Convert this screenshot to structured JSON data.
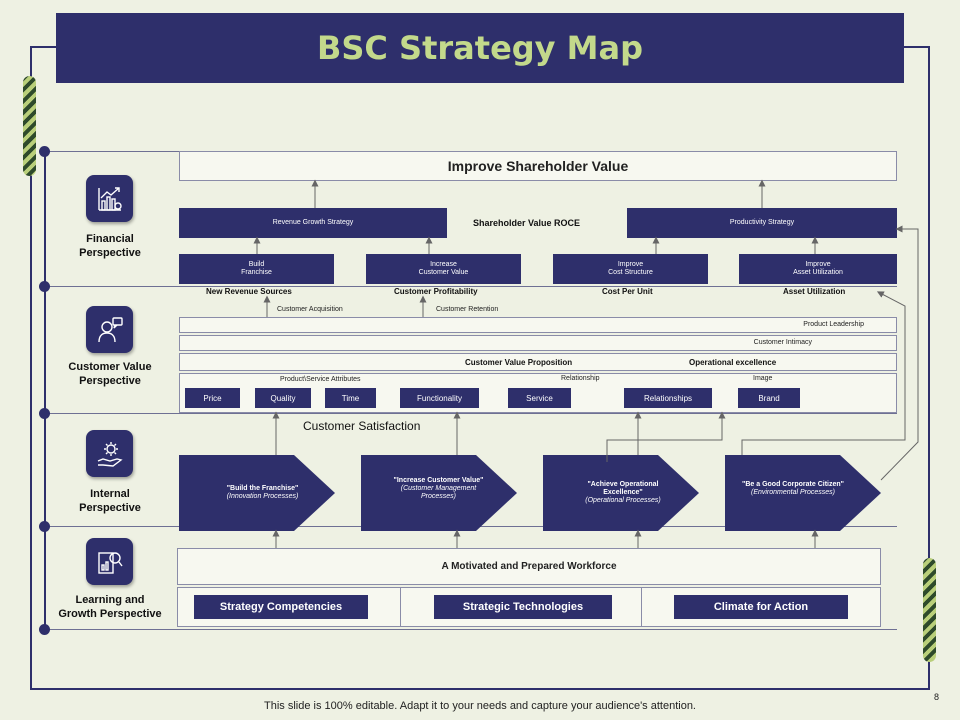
{
  "title": "BSC Strategy Map",
  "colors": {
    "navy": "#2e2f6b",
    "background": "#eef1e3",
    "title_text": "#c3d98b",
    "accent_stripe": "#b9cf7a"
  },
  "perspectives": [
    {
      "label": "Financial\nPerspective",
      "icon": "chart-growth-icon"
    },
    {
      "label": "Customer Value\nPerspective",
      "icon": "customer-chat-icon"
    },
    {
      "label": "Internal\nPerspective",
      "icon": "hand-gear-icon"
    },
    {
      "label": "Learning and\nGrowth Perspective",
      "icon": "report-search-icon"
    }
  ],
  "financial": {
    "top_goal": "Improve Shareholder Value",
    "center_label": "Shareholder Value ROCE",
    "revenue_strategy": "Revenue Growth Strategy",
    "productivity_strategy": "Productivity Strategy",
    "sub_boxes": [
      "Build\nFranchise",
      "Increase\nCustomer Value",
      "Improve\nCost Structure",
      "Improve\nAsset Utilization"
    ],
    "sub_labels": [
      "New Revenue Sources",
      "Customer Profitability",
      "Cost Per Unit",
      "Asset Utilization"
    ]
  },
  "customer": {
    "acquisition": "Customer Acquisition",
    "retention": "Customer Retention",
    "product_leadership": "Product Leadership",
    "customer_intimacy": "Customer Intimacy",
    "value_proposition": "Customer Value Proposition",
    "operational_excellence": "Operational excellence",
    "attributes_label": "Product\\Service Attributes",
    "relationship_label": "Relationship",
    "image_label": "Image",
    "attributes": [
      "Price",
      "Quality",
      "Time",
      "Functionality"
    ],
    "relationship_items": [
      "Service",
      "Relationships"
    ],
    "image_items": [
      "Brand"
    ],
    "satisfaction": "Customer Satisfaction"
  },
  "internal": [
    {
      "title": "\"Build the Franchise\"",
      "sub": "(Innovation Processes)"
    },
    {
      "title": "\"Increase Customer Value\"",
      "sub": "(Customer Management Processes)"
    },
    {
      "title": "\"Achieve Operational Excellence\"",
      "sub": "(Operational Processes)"
    },
    {
      "title": "\"Be a Good Corporate Citizen\"",
      "sub": "(Environmental Processes)"
    }
  ],
  "learning": {
    "workforce": "A Motivated and Prepared Workforce",
    "items": [
      "Strategy Competencies",
      "Strategic Technologies",
      "Climate for Action"
    ]
  },
  "footer": "This slide is 100% editable. Adapt it to your needs and capture your audience's attention.",
  "page_number": "8"
}
